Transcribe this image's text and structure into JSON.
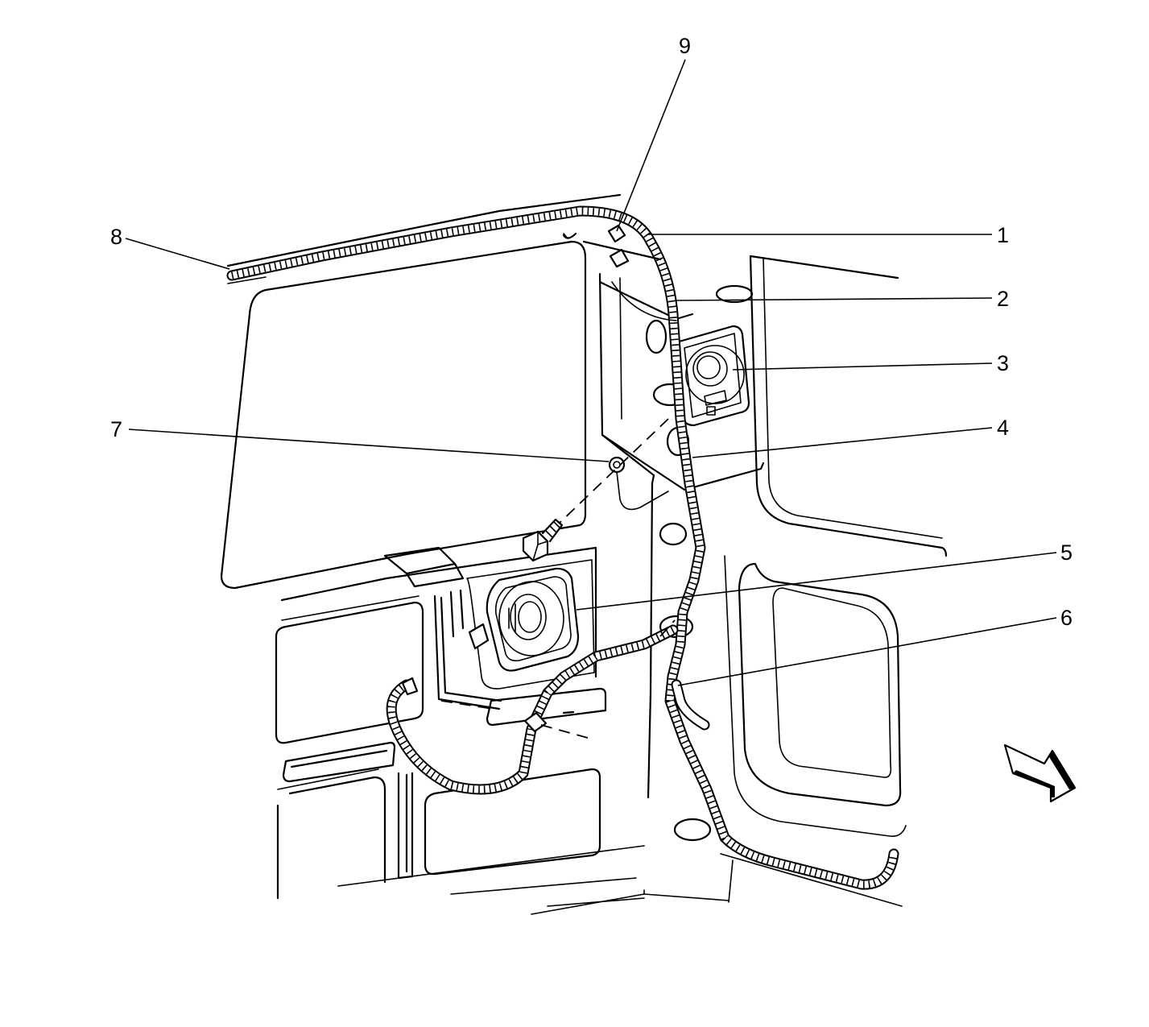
{
  "callouts": [
    {
      "id": "c1",
      "label": "1",
      "part": "wiring-harness-clip"
    },
    {
      "id": "c2",
      "label": "2",
      "part": "speaker-wire"
    },
    {
      "id": "c3",
      "label": "3",
      "part": "upper-speaker"
    },
    {
      "id": "c4",
      "label": "4",
      "part": "harness-pillar"
    },
    {
      "id": "c5",
      "label": "5",
      "part": "lower-speaker"
    },
    {
      "id": "c6",
      "label": "6",
      "part": "harness-connector"
    },
    {
      "id": "c7",
      "label": "7",
      "part": "retainer"
    },
    {
      "id": "c8",
      "label": "8",
      "part": "roof-harness"
    },
    {
      "id": "c9",
      "label": "9",
      "part": "harness-clip"
    }
  ],
  "icons": {
    "view_direction": "front-direction-arrow-icon"
  },
  "colors": {
    "line": "#000000",
    "background": "#ffffff"
  }
}
